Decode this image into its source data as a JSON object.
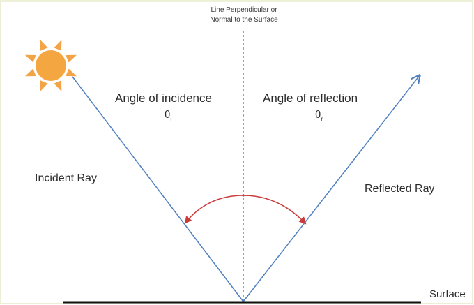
{
  "normal_label": {
    "line1": "Line Perpendicular or",
    "line2": "Normal to the Surface"
  },
  "incidence": {
    "label": "Angle of incidence",
    "symbol": "θ",
    "subscript": "i"
  },
  "reflection": {
    "label": "Angle of reflection",
    "symbol": "θ",
    "subscript": "r"
  },
  "rays": {
    "incident": "Incident Ray",
    "reflected": "Reflected Ray"
  },
  "surface_label": "Surface",
  "colors": {
    "ray": "#4f7fc0",
    "normal": "#4f7fc0",
    "arc": "#cc3b3b",
    "sun_body": "#f4a640",
    "sun_ray": "#f3a447",
    "surface": "#111111"
  },
  "icons": {
    "sun": "sun-icon"
  }
}
